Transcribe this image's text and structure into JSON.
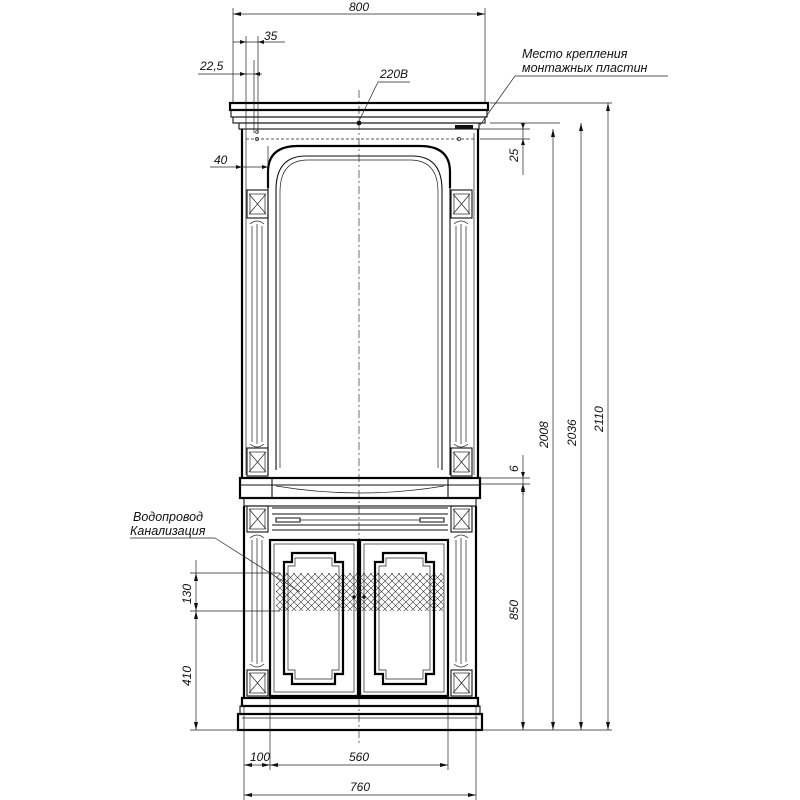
{
  "dimensions": {
    "top_width": "800",
    "offset_35": "35",
    "offset_22_5": "22,5",
    "power": "220В",
    "offset_40": "40",
    "offset_25": "25",
    "offset_6": "6",
    "height_2008": "2008",
    "height_2036": "2036",
    "height_2110": "2110",
    "height_850": "850",
    "height_130": "130",
    "height_410": "410",
    "width_100": "100",
    "width_560": "560",
    "width_760": "760"
  },
  "labels": {
    "mount_line1": "Место крепления",
    "mount_line2": "монтажных пластин",
    "water_line1": "Водопровод",
    "water_line2": "Канализация"
  }
}
